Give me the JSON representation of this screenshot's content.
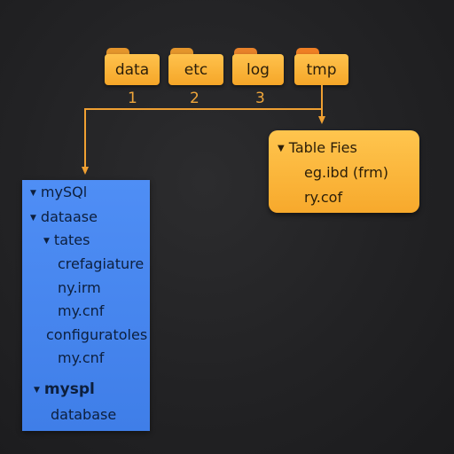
{
  "folders": [
    {
      "label": "data",
      "index": "1"
    },
    {
      "label": "etc",
      "index": "2"
    },
    {
      "label": "log",
      "index": "3"
    },
    {
      "label": "tmp",
      "index": ""
    }
  ],
  "card": {
    "title": "Table Fies",
    "items": [
      "eg.ibd (frm)",
      "ry.cof"
    ]
  },
  "tree": {
    "items": [
      {
        "label": "mySQl"
      },
      {
        "label": "dataase"
      },
      {
        "label": "tates"
      },
      {
        "label": "crefagiature"
      },
      {
        "label": "ny.irm"
      },
      {
        "label": "my.cnf"
      },
      {
        "label": "configuratoles"
      },
      {
        "label": "my.cnf"
      },
      {
        "label": "myspl"
      },
      {
        "label": "database"
      }
    ]
  },
  "colors": {
    "folder": "#ffc24d",
    "connector": "#f0a032",
    "panel": "#4f8ef5",
    "background": "#262628"
  },
  "icons": [
    "folder-icon",
    "expand-triangle-icon",
    "arrow-down-icon"
  ]
}
